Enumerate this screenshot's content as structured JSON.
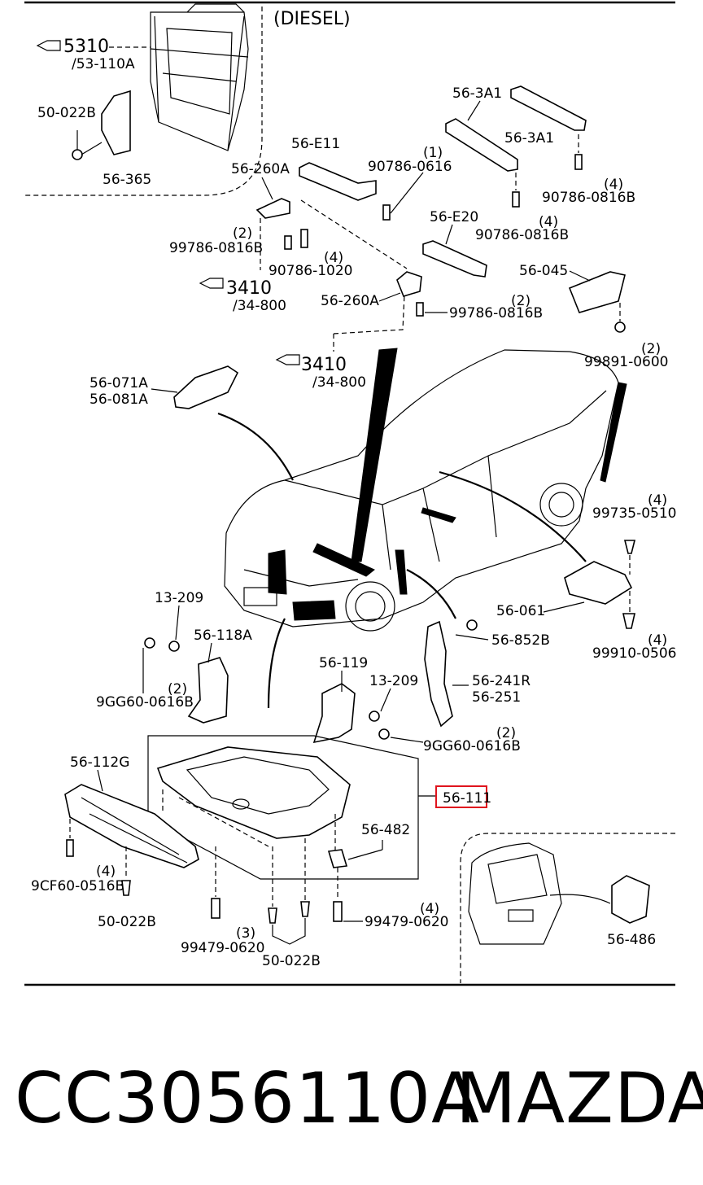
{
  "diagram": {
    "variant_label": "(DIESEL)",
    "references": {
      "ref_5310": "5310",
      "ref_5310_sub": "/53-110A",
      "ref_3410_a": "3410",
      "ref_3410_a_sub": "/34-800",
      "ref_3410_b": "3410",
      "ref_3410_b_sub": "/34-800"
    },
    "labels": {
      "l_50_022b_top": "50-022B",
      "l_56_365": "56-365",
      "l_56_e11": "56-E11",
      "l_56_260a_top": "56-260A",
      "l_90786_0616_qty": "(1)",
      "l_90786_0616": "90786-0616",
      "l_56_3a1_a": "56-3A1",
      "l_56_3a1_b": "56-3A1",
      "l_90786_0816b_right_qty": "(4)",
      "l_90786_0816b_right": "90786-0816B",
      "l_56_e20": "56-E20",
      "l_90786_0816b_mid_qty": "(4)",
      "l_90786_0816b_mid": "90786-0816B",
      "l_99786_0816b_left_qty": "(2)",
      "l_99786_0816b_left": "99786-0816B",
      "l_90786_1020_qty": "(4)",
      "l_90786_1020": "90786-1020",
      "l_56_045": "56-045",
      "l_56_260a_mid": "56-260A",
      "l_99786_0816b_mid_qty": "(2)",
      "l_99786_0816b_mid": "99786-0816B",
      "l_99891_0600_qty": "(2)",
      "l_99891_0600": "99891-0600",
      "l_56_071a": "56-071A",
      "l_56_081a": "56-081A",
      "l_99735_0510_qty": "(4)",
      "l_99735_0510": "99735-0510",
      "l_56_061": "56-061",
      "l_13_209_left": "13-209",
      "l_56_118a": "56-118A",
      "l_9gg60_left_qty": "(2)",
      "l_9gg60_left": "9GG60-0616B",
      "l_56_852b": "56-852B",
      "l_99910_0506_qty": "(4)",
      "l_99910_0506": "99910-0506",
      "l_56_119": "56-119",
      "l_13_209_mid": "13-209",
      "l_56_241r": "56-241R",
      "l_56_251": "56-251",
      "l_9gg60_mid_qty": "(2)",
      "l_9gg60_mid": "9GG60-0616B",
      "l_56_112g": "56-112G",
      "l_56_111": "56-111",
      "l_56_482": "56-482",
      "l_9cf60_qty": "(4)",
      "l_9cf60": "9CF60-0516B",
      "l_50_022b_left": "50-022B",
      "l_99479_0620_left_qty": "(3)",
      "l_99479_0620_left": "99479-0620",
      "l_50_022b_bottom": "50-022B",
      "l_99479_0620_right_qty": "(4)",
      "l_99479_0620_right": "99479-0620",
      "l_56_486": "56-486"
    },
    "highlight_color": "#e0141e"
  },
  "footer": {
    "part_number": "CC3056110A",
    "brand": "MAZDA"
  }
}
